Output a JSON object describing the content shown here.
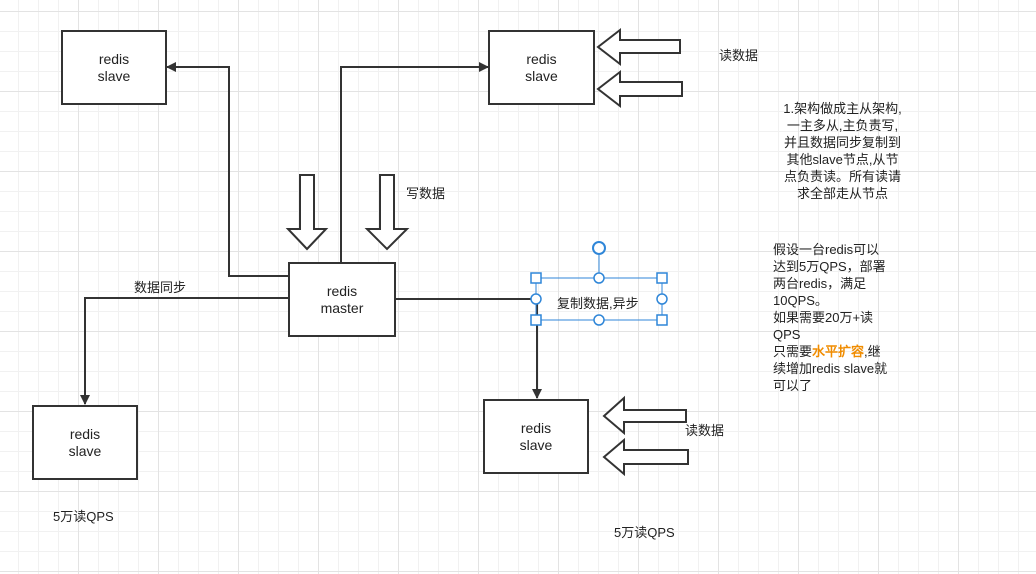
{
  "nodes": {
    "slave_top_left": {
      "line1": "redis",
      "line2": "slave"
    },
    "slave_top_right": {
      "line1": "redis",
      "line2": "slave"
    },
    "master": {
      "line1": "redis",
      "line2": "master"
    },
    "slave_bottom_left": {
      "line1": "redis",
      "line2": "slave"
    },
    "slave_bottom_right": {
      "line1": "redis",
      "line2": "slave"
    }
  },
  "labels": {
    "read_data_top": "读数据",
    "write_data": "写数据",
    "data_sync": "数据同步",
    "copy_async": "复制数据,异步",
    "read_data_bottom": "读数据",
    "qps_left": "5万读QPS",
    "qps_right": "5万读QPS"
  },
  "notes": {
    "note1": [
      "1.架构做成主从架构,",
      "一主多从,主负责写,",
      "并且数据同步复制到",
      "其他slave节点,从节",
      "点负责读。所有读请",
      "求全部走从节点"
    ],
    "note2_lines": [
      "假设一台redis可以",
      "达到5万QPS，部署",
      "两台redis，满足",
      "10QPS。",
      "如果需要20万+读",
      "QPS"
    ],
    "note2_pre": "只需要",
    "note2_highlight": "水平扩容",
    "note2_post": ",继",
    "note2_tail": [
      "续增加redis slave就",
      "可以了"
    ]
  },
  "colors": {
    "stroke": "#333333",
    "selection": "#2f86d8",
    "highlight": "#f08c00"
  }
}
